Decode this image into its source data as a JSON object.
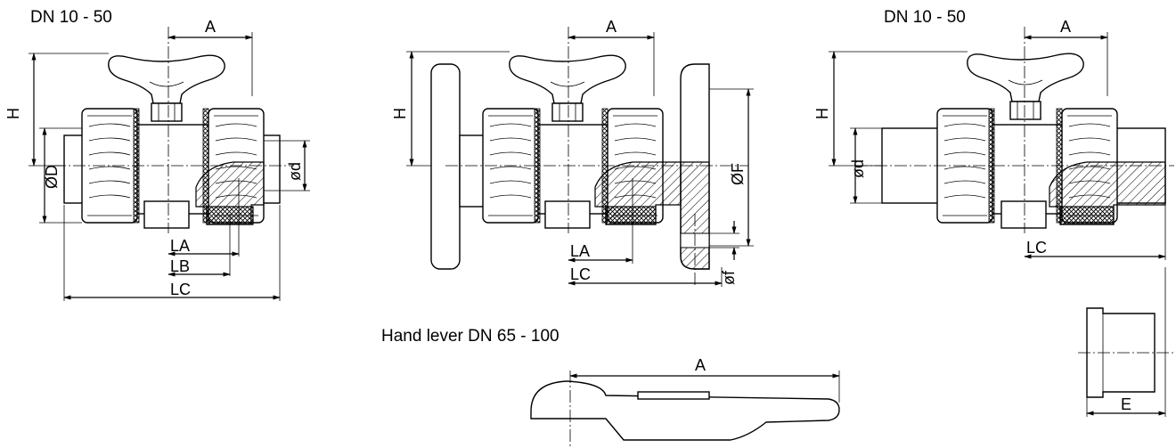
{
  "views": [
    {
      "title": "DN 10 - 50",
      "labels": {
        "A": "A",
        "H": "H",
        "D": "ØD",
        "d": "ød",
        "LA": "LA",
        "LB": "LB",
        "LC": "LC"
      }
    },
    {
      "title": "",
      "labels": {
        "A": "A",
        "H": "H",
        "F": "ØF",
        "f": "øf",
        "LA": "LA",
        "LC": "LC"
      }
    },
    {
      "title": "DN 10 - 50",
      "labels": {
        "A": "A",
        "H": "H",
        "d": "ød",
        "LC": "LC",
        "E": "E"
      }
    }
  ],
  "hand_lever": {
    "title": "Hand lever DN 65 - 100",
    "labels": {
      "A": "A"
    }
  }
}
